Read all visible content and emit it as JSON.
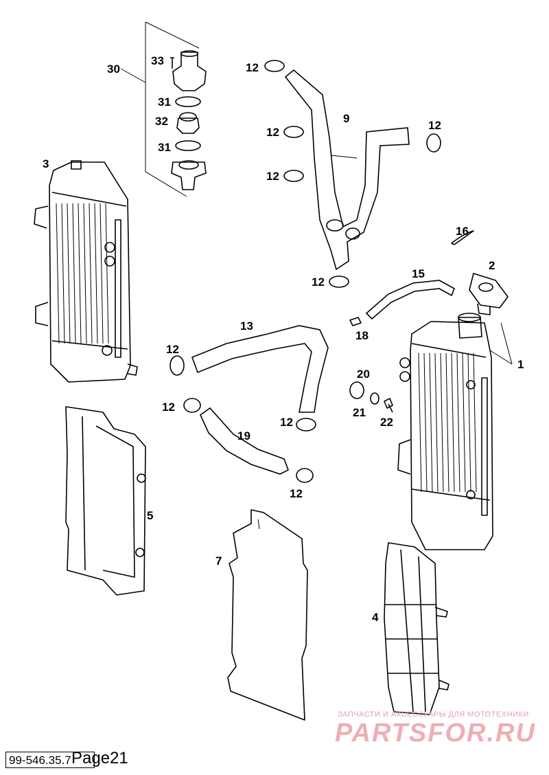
{
  "labels": {
    "l30": "30",
    "l33": "33",
    "l31a": "31",
    "l32": "32",
    "l31b": "31",
    "l3": "3",
    "l12a": "12",
    "l9": "9",
    "l12b": "12",
    "l12c": "12",
    "l12d": "12",
    "l16": "16",
    "l2": "2",
    "l12e": "12",
    "l15": "15",
    "l13": "13",
    "l18": "18",
    "l1": "1",
    "l12f": "12",
    "l20": "20",
    "l12g": "12",
    "l21": "21",
    "l22": "22",
    "l12h": "12",
    "l19": "19",
    "l12i": "12",
    "l5": "5",
    "l7": "7",
    "l4": "4"
  },
  "footer": {
    "code": "99-546.35.7",
    "page": "Page21"
  },
  "watermark": {
    "tagline": "ЗАПЧАСТИ И АКСЕССУАРЫ ДЛЯ МОТОТЕХНИКИ",
    "brand": "PARTSFOR.RU"
  }
}
